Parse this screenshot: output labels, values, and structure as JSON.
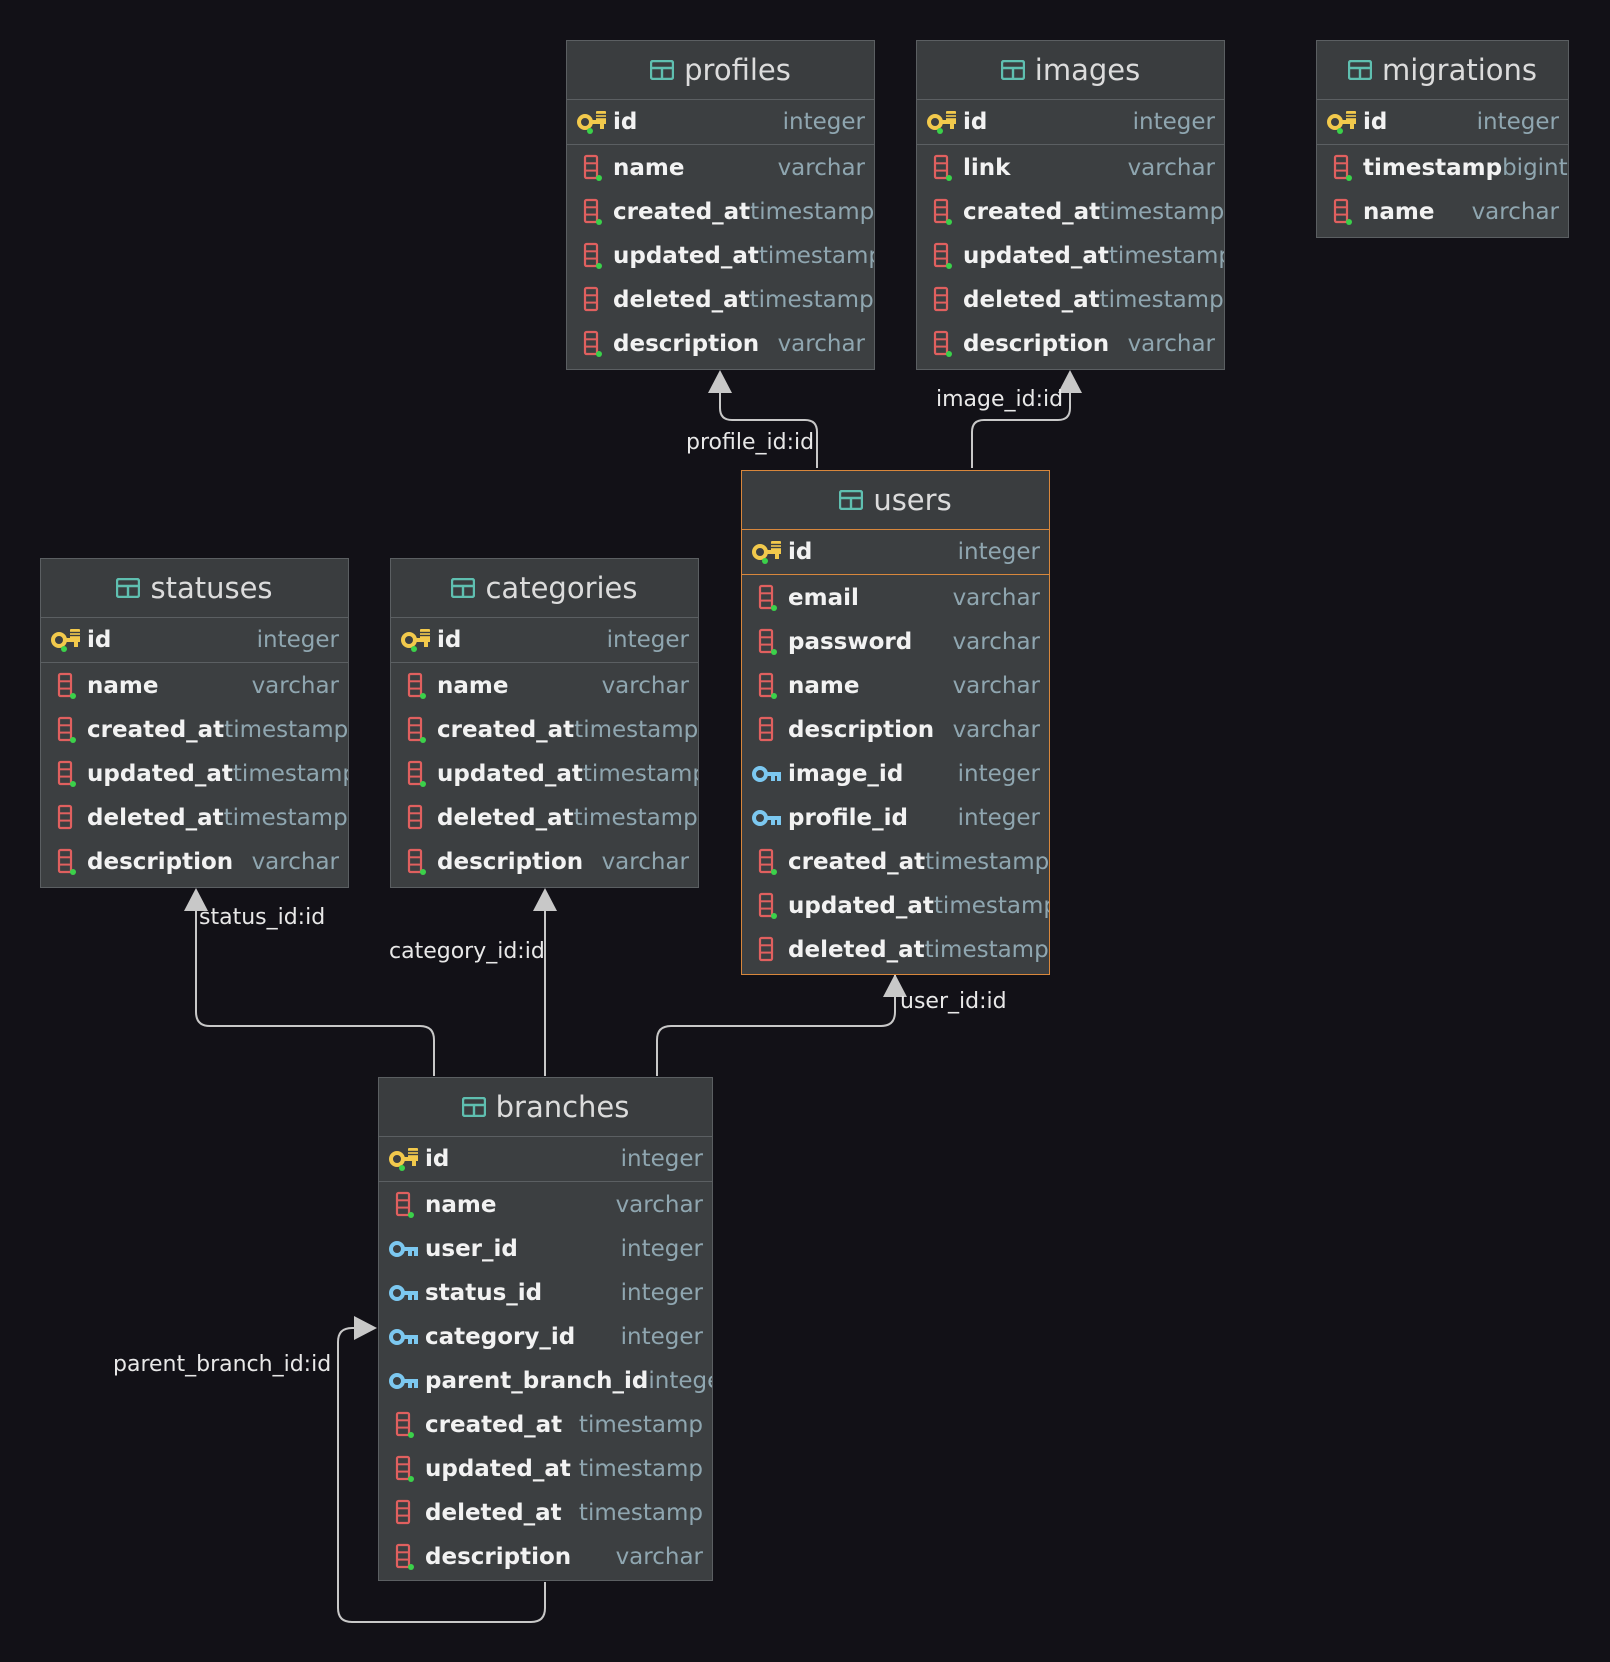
{
  "colors": {
    "background": "#121117",
    "table_fill": "#3c3f41",
    "selected_border": "#d8873c",
    "pk_key": "#f2c94c",
    "fk_key": "#7cc8f0",
    "column_icon": "#e0605f",
    "not_null_dot": "#3bd14a",
    "type_text": "#8fa6b0",
    "table_icon": "#5fbfb0"
  },
  "tables": {
    "profiles": {
      "name": "profiles",
      "columns": [
        {
          "name": "id",
          "type": "integer",
          "kind": "pk"
        },
        {
          "name": "name",
          "type": "varchar",
          "kind": "col-nn"
        },
        {
          "name": "created_at",
          "type": "timestamp",
          "kind": "col-nn"
        },
        {
          "name": "updated_at",
          "type": "timestamp",
          "kind": "col-nn"
        },
        {
          "name": "deleted_at",
          "type": "timestamp",
          "kind": "col"
        },
        {
          "name": "description",
          "type": "varchar",
          "kind": "col-nn"
        }
      ]
    },
    "images": {
      "name": "images",
      "columns": [
        {
          "name": "id",
          "type": "integer",
          "kind": "pk"
        },
        {
          "name": "link",
          "type": "varchar",
          "kind": "col-nn"
        },
        {
          "name": "created_at",
          "type": "timestamp",
          "kind": "col-nn"
        },
        {
          "name": "updated_at",
          "type": "timestamp",
          "kind": "col-nn"
        },
        {
          "name": "deleted_at",
          "type": "timestamp",
          "kind": "col"
        },
        {
          "name": "description",
          "type": "varchar",
          "kind": "col-nn"
        }
      ]
    },
    "migrations": {
      "name": "migrations",
      "columns": [
        {
          "name": "id",
          "type": "integer",
          "kind": "pk"
        },
        {
          "name": "timestamp",
          "type": "bigint",
          "kind": "col-nn"
        },
        {
          "name": "name",
          "type": "varchar",
          "kind": "col-nn"
        }
      ]
    },
    "users": {
      "name": "users",
      "selected": true,
      "columns": [
        {
          "name": "id",
          "type": "integer",
          "kind": "pk"
        },
        {
          "name": "email",
          "type": "varchar",
          "kind": "col-nn"
        },
        {
          "name": "password",
          "type": "varchar",
          "kind": "col-nn"
        },
        {
          "name": "name",
          "type": "varchar",
          "kind": "col-nn"
        },
        {
          "name": "description",
          "type": "varchar",
          "kind": "col"
        },
        {
          "name": "image_id",
          "type": "integer",
          "kind": "fk"
        },
        {
          "name": "profile_id",
          "type": "integer",
          "kind": "fk"
        },
        {
          "name": "created_at",
          "type": "timestamp",
          "kind": "col-nn"
        },
        {
          "name": "updated_at",
          "type": "timestamp",
          "kind": "col-nn"
        },
        {
          "name": "deleted_at",
          "type": "timestamp",
          "kind": "col"
        }
      ]
    },
    "statuses": {
      "name": "statuses",
      "columns": [
        {
          "name": "id",
          "type": "integer",
          "kind": "pk"
        },
        {
          "name": "name",
          "type": "varchar",
          "kind": "col-nn"
        },
        {
          "name": "created_at",
          "type": "timestamp",
          "kind": "col-nn"
        },
        {
          "name": "updated_at",
          "type": "timestamp",
          "kind": "col-nn"
        },
        {
          "name": "deleted_at",
          "type": "timestamp",
          "kind": "col"
        },
        {
          "name": "description",
          "type": "varchar",
          "kind": "col-nn"
        }
      ]
    },
    "categories": {
      "name": "categories",
      "columns": [
        {
          "name": "id",
          "type": "integer",
          "kind": "pk"
        },
        {
          "name": "name",
          "type": "varchar",
          "kind": "col-nn"
        },
        {
          "name": "created_at",
          "type": "timestamp",
          "kind": "col-nn"
        },
        {
          "name": "updated_at",
          "type": "timestamp",
          "kind": "col-nn"
        },
        {
          "name": "deleted_at",
          "type": "timestamp",
          "kind": "col"
        },
        {
          "name": "description",
          "type": "varchar",
          "kind": "col-nn"
        }
      ]
    },
    "branches": {
      "name": "branches",
      "columns": [
        {
          "name": "id",
          "type": "integer",
          "kind": "pk"
        },
        {
          "name": "name",
          "type": "varchar",
          "kind": "col-nn"
        },
        {
          "name": "user_id",
          "type": "integer",
          "kind": "fk"
        },
        {
          "name": "status_id",
          "type": "integer",
          "kind": "fk"
        },
        {
          "name": "category_id",
          "type": "integer",
          "kind": "fk"
        },
        {
          "name": "parent_branch_id",
          "type": "integer",
          "kind": "fk"
        },
        {
          "name": "created_at",
          "type": "timestamp",
          "kind": "col-nn"
        },
        {
          "name": "updated_at",
          "type": "timestamp",
          "kind": "col-nn"
        },
        {
          "name": "deleted_at",
          "type": "timestamp",
          "kind": "col"
        },
        {
          "name": "description",
          "type": "varchar",
          "kind": "col-nn"
        }
      ]
    }
  },
  "relations": {
    "profile_id": "profile_id:id",
    "image_id": "image_id:id",
    "status_id": "status_id:id",
    "category_id": "category_id:id",
    "user_id": "user_id:id",
    "parent_branch_id": "parent_branch_id:id"
  }
}
